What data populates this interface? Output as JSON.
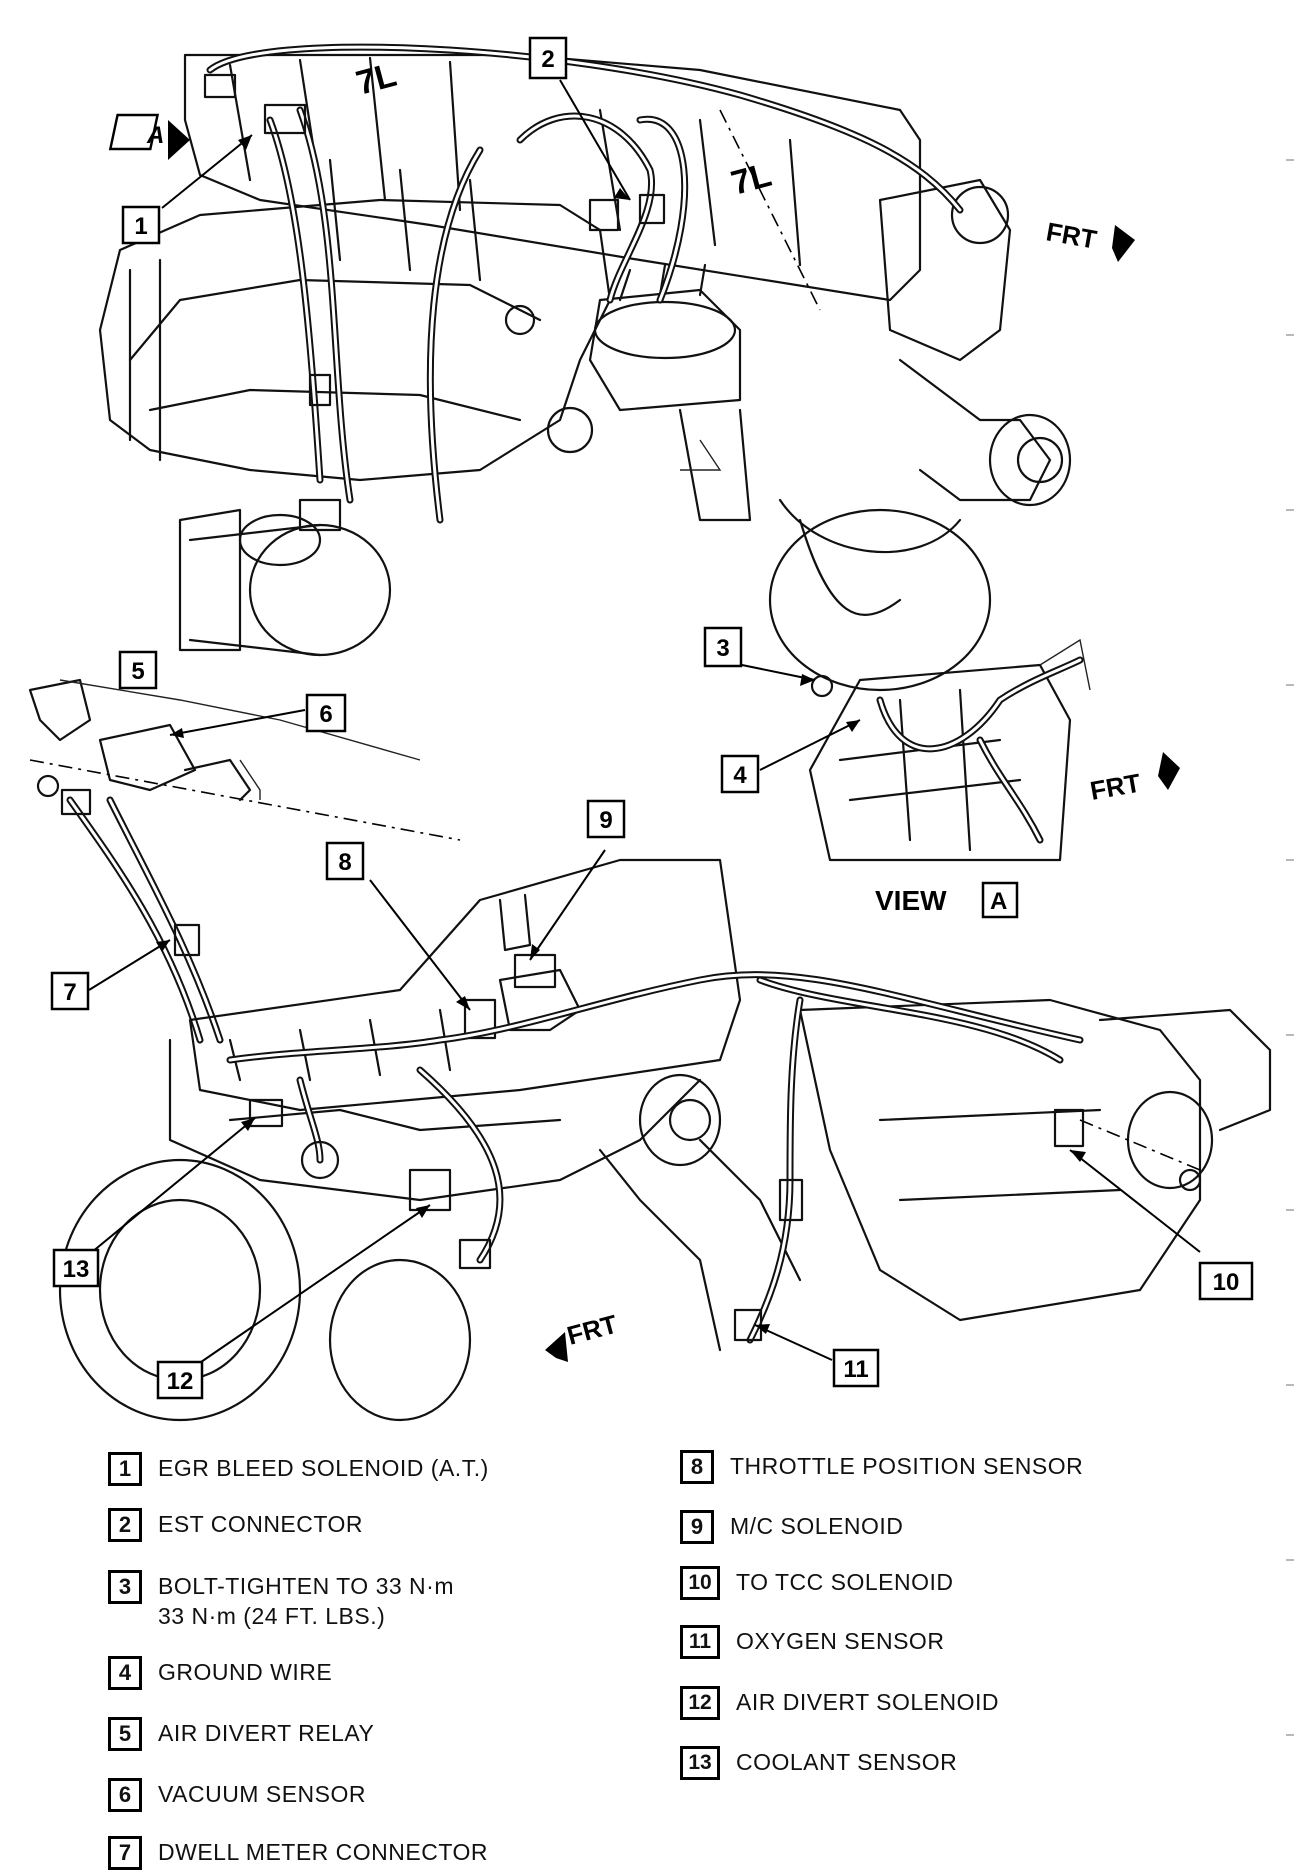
{
  "diagram": {
    "view_label": "VIEW",
    "view_letter": "A",
    "front_labels": [
      "FRT",
      "FRT",
      "FRT"
    ],
    "callouts": [
      "1",
      "2",
      "3",
      "4",
      "5",
      "6",
      "7",
      "8",
      "9",
      "10",
      "11",
      "12",
      "13"
    ]
  },
  "legend": [
    {
      "num": "1",
      "text": "EGR BLEED SOLENOID (A.T.)"
    },
    {
      "num": "2",
      "text": "EST CONNECTOR"
    },
    {
      "num": "3",
      "text": "BOLT-TIGHTEN TO 33 N·m\n33 N·m (24 FT. LBS.)"
    },
    {
      "num": "4",
      "text": "GROUND WIRE"
    },
    {
      "num": "5",
      "text": "AIR DIVERT RELAY"
    },
    {
      "num": "6",
      "text": "VACUUM SENSOR"
    },
    {
      "num": "7",
      "text": "DWELL METER CONNECTOR"
    },
    {
      "num": "8",
      "text": "THROTTLE POSITION SENSOR"
    },
    {
      "num": "9",
      "text": "M/C SOLENOID"
    },
    {
      "num": "10",
      "text": "TO TCC SOLENOID"
    },
    {
      "num": "11",
      "text": "OXYGEN SENSOR"
    },
    {
      "num": "12",
      "text": "AIR DIVERT SOLENOID"
    },
    {
      "num": "13",
      "text": "COOLANT SENSOR"
    }
  ]
}
